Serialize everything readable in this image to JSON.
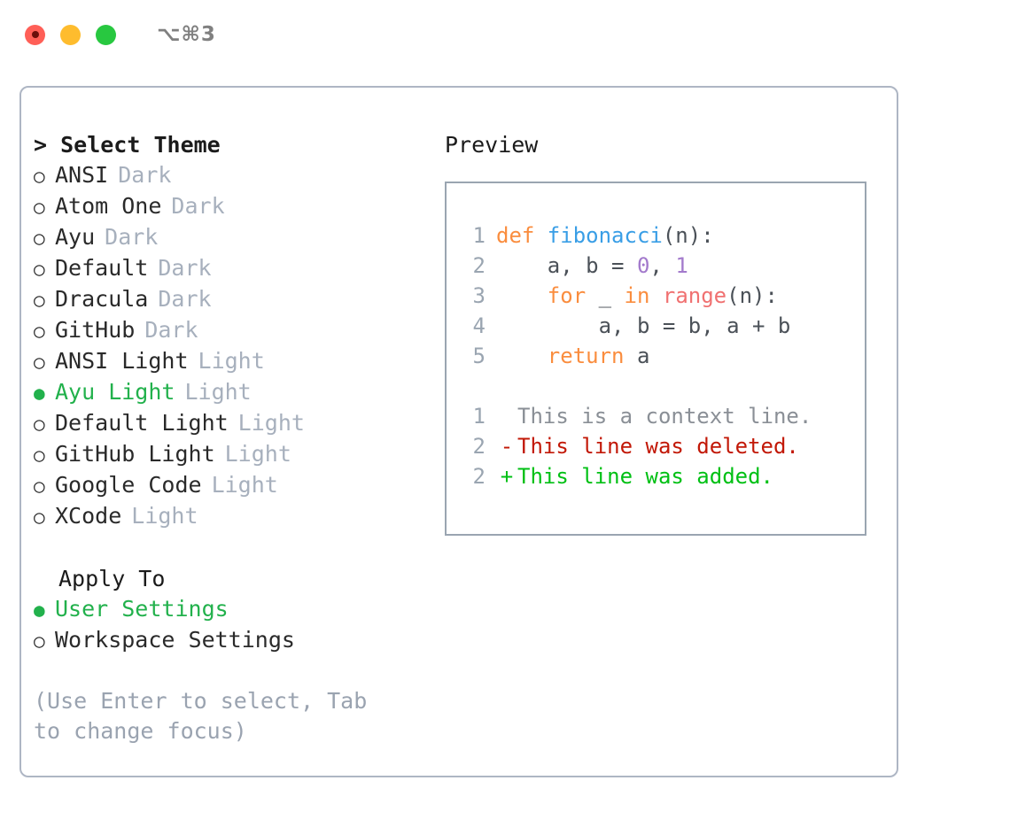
{
  "titlebar": {
    "shortcut": "⌥⌘3",
    "buttons": [
      {
        "name": "close",
        "color": "#FF5F57"
      },
      {
        "name": "minimize",
        "color": "#FEBC2E"
      },
      {
        "name": "maximize",
        "color": "#28C840"
      }
    ]
  },
  "theme_picker": {
    "heading": "> Select Theme",
    "selected_marker": "●",
    "unselected_marker": "○",
    "items": [
      {
        "marker": "○",
        "label": "ANSI",
        "tag": "Dark",
        "selected": false
      },
      {
        "marker": "○",
        "label": "Atom One",
        "tag": "Dark",
        "selected": false
      },
      {
        "marker": "○",
        "label": "Ayu",
        "tag": "Dark",
        "selected": false
      },
      {
        "marker": "○",
        "label": "Default",
        "tag": "Dark",
        "selected": false
      },
      {
        "marker": "○",
        "label": "Dracula",
        "tag": "Dark",
        "selected": false
      },
      {
        "marker": "○",
        "label": "GitHub",
        "tag": "Dark",
        "selected": false
      },
      {
        "marker": "○",
        "label": "ANSI Light",
        "tag": "Light",
        "selected": false
      },
      {
        "marker": "●",
        "label": "Ayu Light",
        "tag": "Light",
        "selected": true
      },
      {
        "marker": "○",
        "label": "Default Light",
        "tag": "Light",
        "selected": false
      },
      {
        "marker": "○",
        "label": "GitHub Light",
        "tag": "Light",
        "selected": false
      },
      {
        "marker": "○",
        "label": "Google Code",
        "tag": "Light",
        "selected": false
      },
      {
        "marker": "○",
        "label": "XCode",
        "tag": "Light",
        "selected": false
      }
    ]
  },
  "apply_to": {
    "heading": "Apply To",
    "items": [
      {
        "marker": "●",
        "label": "User Settings",
        "selected": true
      },
      {
        "marker": "○",
        "label": "Workspace Settings",
        "selected": false
      }
    ]
  },
  "hint": "(Use Enter to select, Tab to change focus)",
  "preview": {
    "heading": "Preview",
    "code_lines": [
      {
        "number": "1",
        "tokens": [
          {
            "text": "def ",
            "type": "kw"
          },
          {
            "text": "fibonacci",
            "type": "fn"
          },
          {
            "text": "(n):",
            "type": "plain"
          }
        ]
      },
      {
        "number": "2",
        "tokens": [
          {
            "text": "    a, b = ",
            "type": "plain"
          },
          {
            "text": "0",
            "type": "num"
          },
          {
            "text": ", ",
            "type": "plain"
          },
          {
            "text": "1",
            "type": "num"
          }
        ]
      },
      {
        "number": "3",
        "tokens": [
          {
            "text": "    ",
            "type": "plain"
          },
          {
            "text": "for",
            "type": "kw"
          },
          {
            "text": " _ ",
            "type": "plain"
          },
          {
            "text": "in",
            "type": "kw"
          },
          {
            "text": " ",
            "type": "plain"
          },
          {
            "text": "range",
            "type": "builtin"
          },
          {
            "text": "(n):",
            "type": "plain"
          }
        ]
      },
      {
        "number": "4",
        "tokens": [
          {
            "text": "        a, b = b, a + b",
            "type": "plain"
          }
        ]
      },
      {
        "number": "5",
        "tokens": [
          {
            "text": "    ",
            "type": "plain"
          },
          {
            "text": "return",
            "type": "kw"
          },
          {
            "text": " a",
            "type": "plain"
          }
        ]
      }
    ],
    "diff_lines": [
      {
        "number": "1",
        "marker": " ",
        "text": "This is a context line.",
        "kind": "context"
      },
      {
        "number": "2",
        "marker": "-",
        "text": "This line was deleted.",
        "kind": "deleted"
      },
      {
        "number": "2",
        "marker": "+",
        "text": "This line was added.",
        "kind": "added"
      }
    ]
  },
  "colors": {
    "accent_green": "#22b14c",
    "keyword": "#fa8d3e",
    "function": "#399ee6",
    "builtin": "#f07171",
    "number": "#a37acc",
    "muted": "#a7b0bd",
    "diff_deleted": "#c21807",
    "diff_added": "#00c014"
  }
}
